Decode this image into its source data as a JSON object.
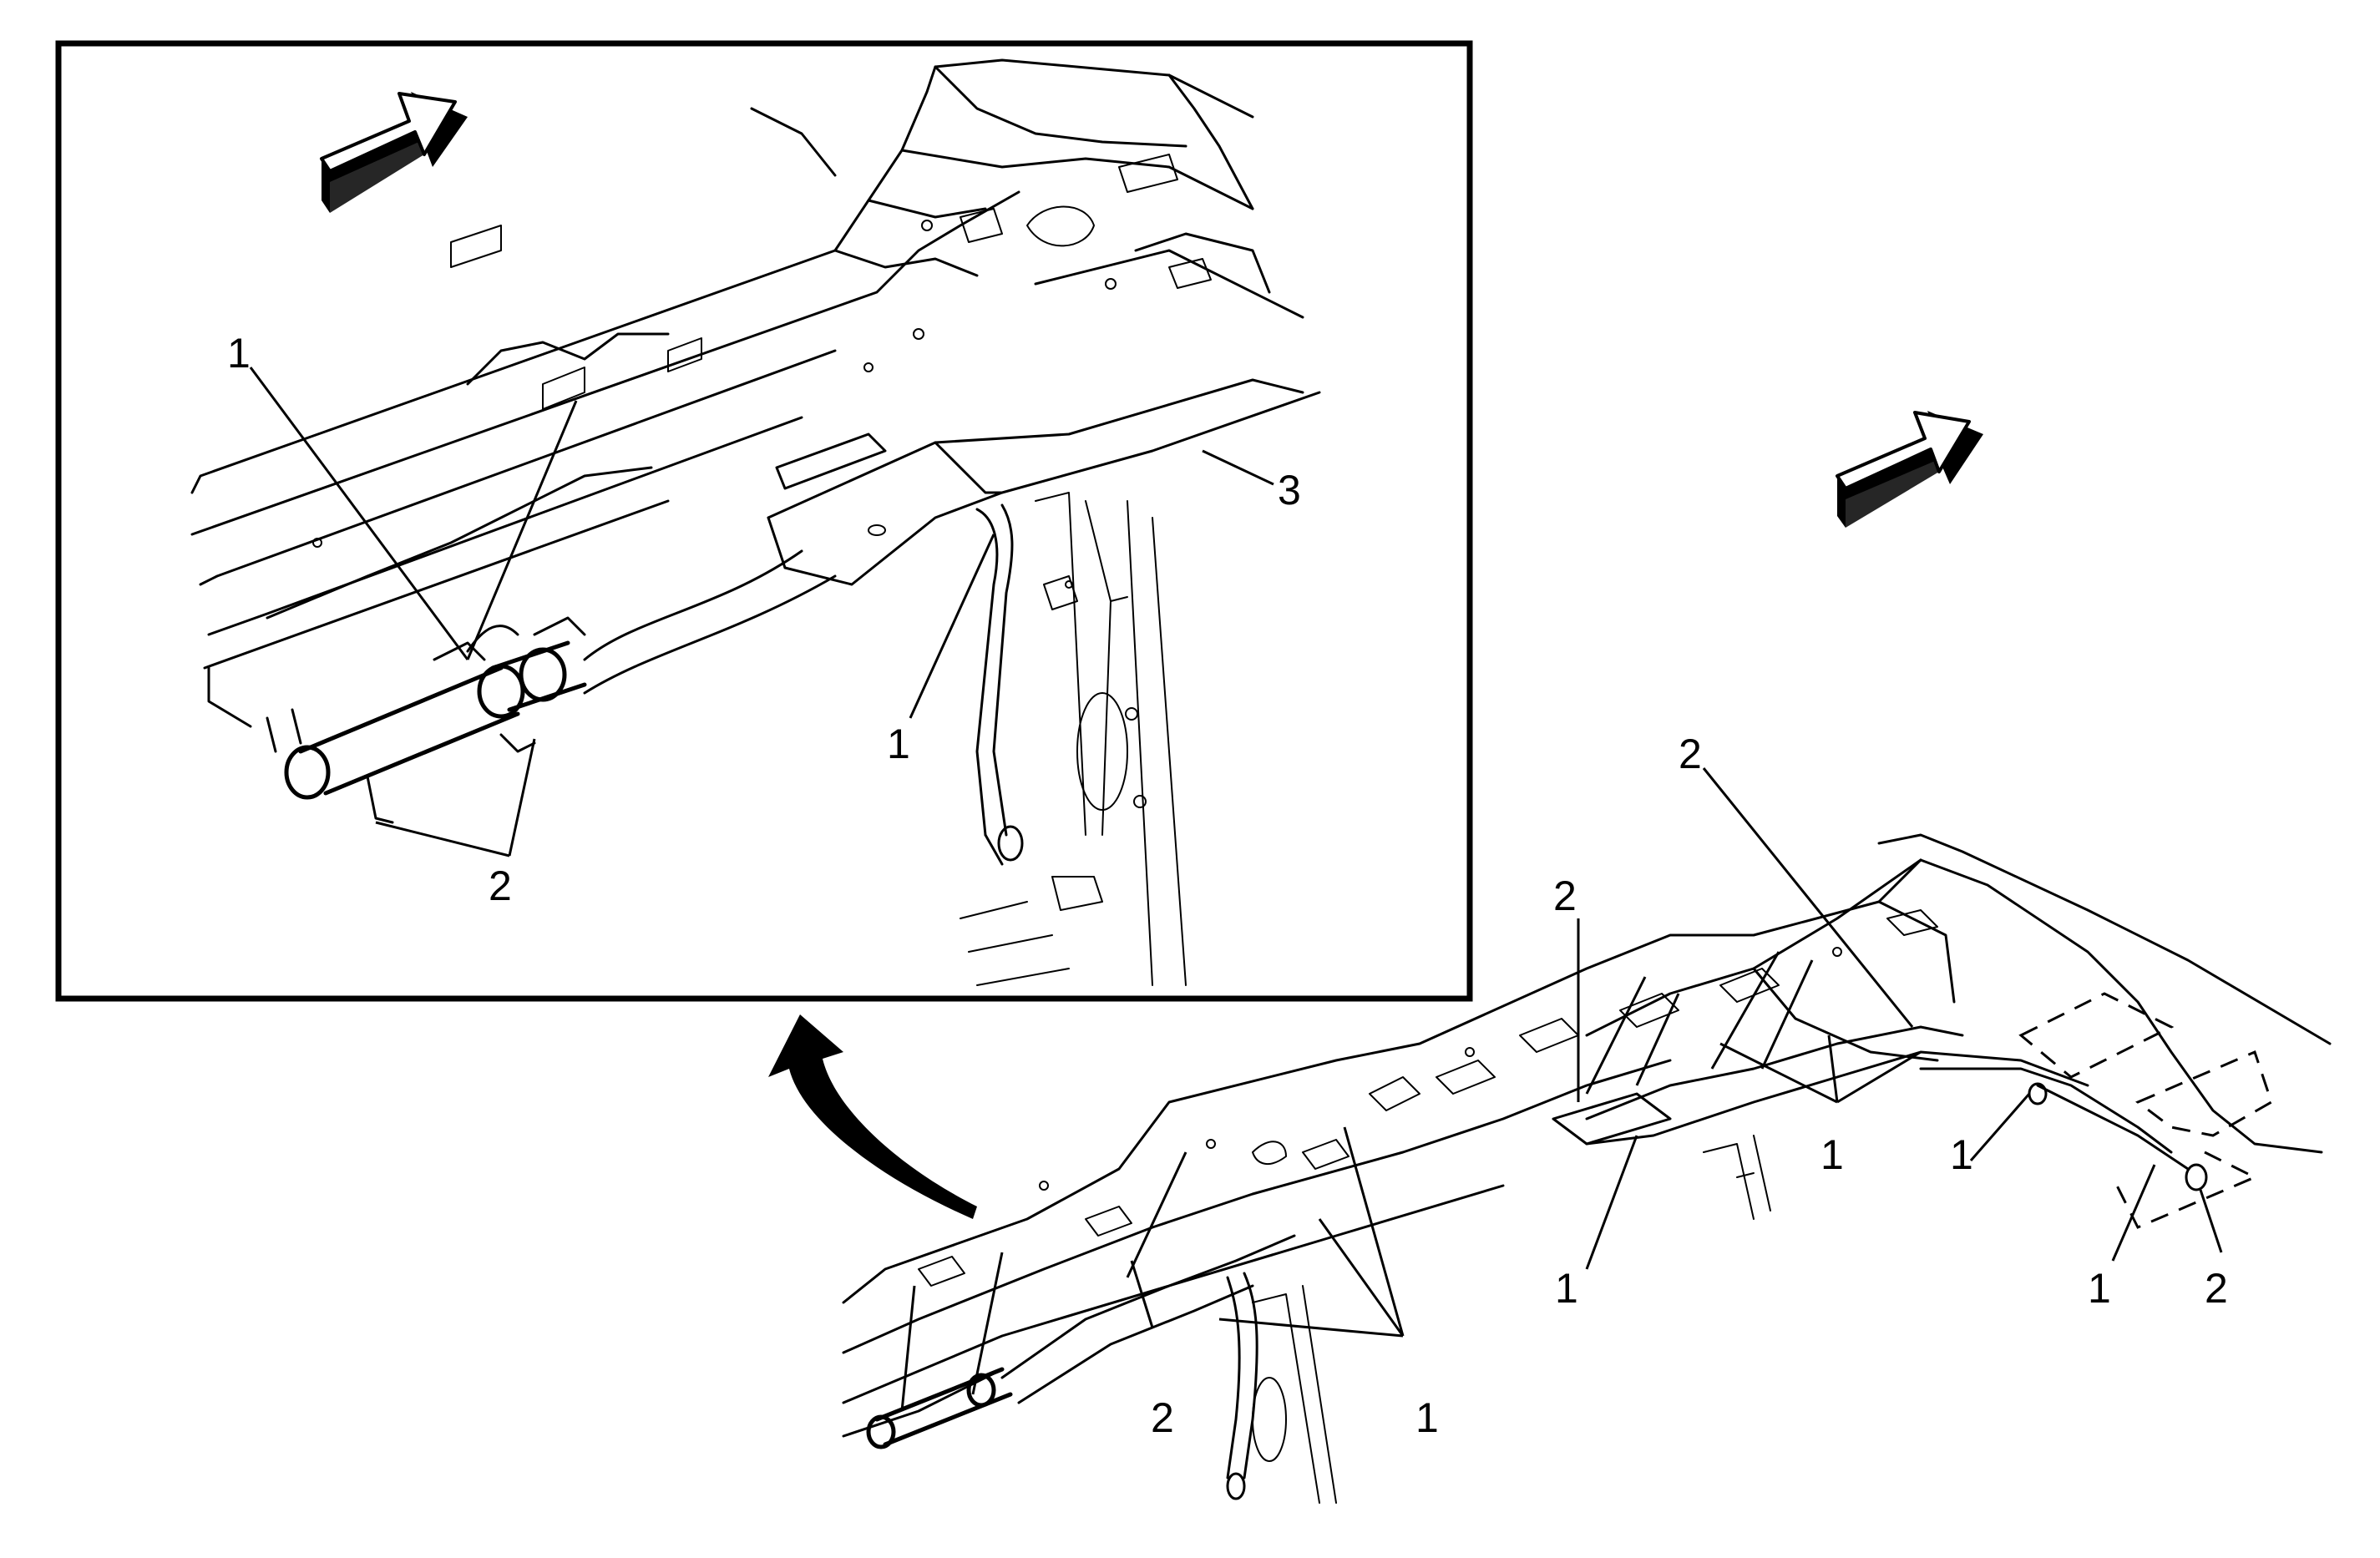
{
  "figure": {
    "detail_view": {
      "callouts": {
        "c1_upper": "1",
        "c1_lower": "1",
        "c2": "2",
        "c3": "3"
      }
    },
    "main_view": {
      "callouts": {
        "c2_top_left": "2",
        "c2_top_right": "2",
        "c1_mid_cluster": "1",
        "c1_right_a": "1",
        "c1_center": "1",
        "c1_right_b": "1",
        "c2_right": "2",
        "c2_bottom": "2",
        "c1_bottom": "1"
      }
    },
    "icons": [
      "forward-direction-arrow-icon",
      "forward-direction-arrow-icon",
      "zoom-curved-arrow-icon"
    ],
    "colors": {
      "line": "#000000",
      "background": "#ffffff"
    }
  }
}
